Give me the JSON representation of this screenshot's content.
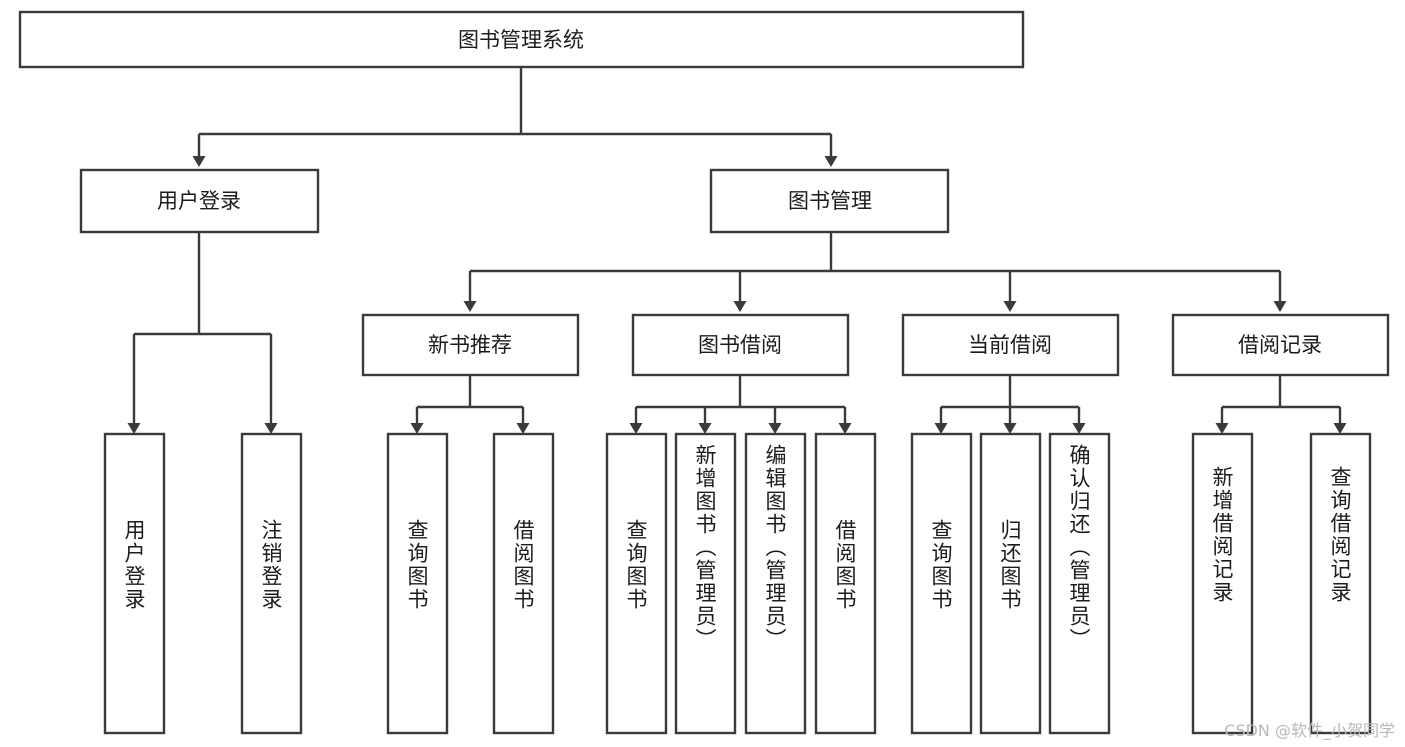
{
  "diagram": {
    "type": "tree",
    "title": "图书管理系统",
    "watermark": "CSDN @软件_小贺同学",
    "colors": {
      "box_stroke": "#3a3a3a",
      "box_fill": "#ffffff",
      "text": "#1c1c1c",
      "background": "#ffffff",
      "watermark": "#b8b8b8"
    },
    "root": {
      "label": "图书管理系统"
    },
    "level2": [
      {
        "label": "用户登录"
      },
      {
        "label": "图书管理"
      }
    ],
    "level3": [
      {
        "label": "新书推荐"
      },
      {
        "label": "图书借阅"
      },
      {
        "label": "当前借阅"
      },
      {
        "label": "借阅记录"
      }
    ],
    "leaves_user_login": [
      {
        "label": "用户登录"
      },
      {
        "label": "注销登录"
      }
    ],
    "leaves_new_book": [
      {
        "label": "查询图书"
      },
      {
        "label": "借阅图书"
      }
    ],
    "leaves_borrow": [
      {
        "label": "查询图书"
      },
      {
        "label": "新增图书（管理员）"
      },
      {
        "label": "编辑图书（管理员）"
      },
      {
        "label": "借阅图书"
      }
    ],
    "leaves_current": [
      {
        "label": "查询图书"
      },
      {
        "label": "归还图书"
      },
      {
        "label": "确认归还（管理员）"
      }
    ],
    "leaves_record": [
      {
        "label": "新增借阅记录"
      },
      {
        "label": "查询借阅记录"
      }
    ]
  }
}
